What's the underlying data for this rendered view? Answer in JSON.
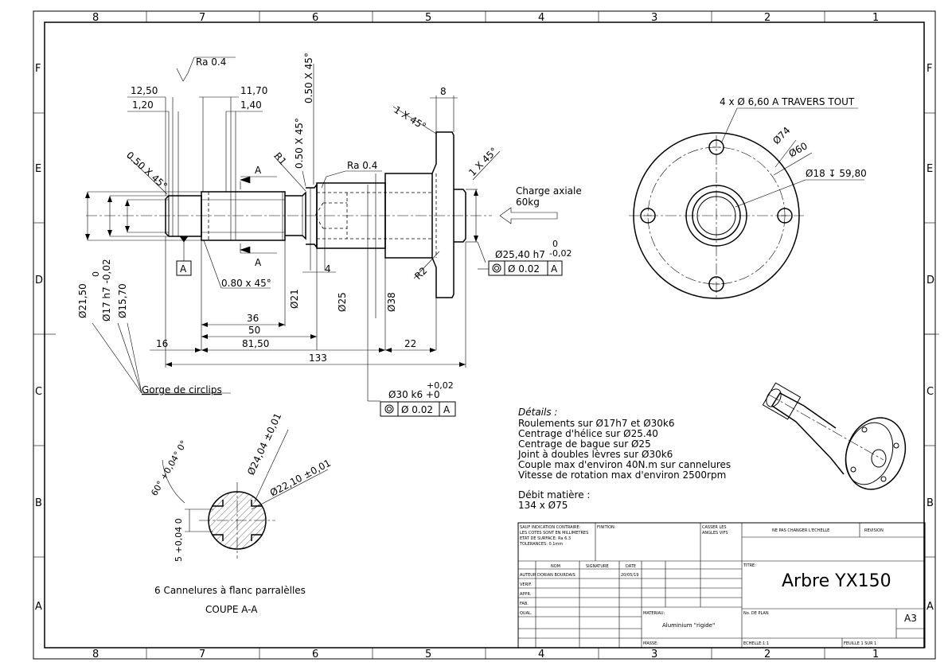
{
  "border": {
    "columns": [
      "8",
      "7",
      "6",
      "5",
      "4",
      "3",
      "2",
      "1"
    ],
    "rows": [
      "F",
      "E",
      "D",
      "C",
      "B",
      "A"
    ]
  },
  "dims": {
    "ra_top": "Ra 0.4",
    "ra_mid": "Ra 0.4",
    "d1250": "12,50",
    "d120": "1,20",
    "d1170": "11,70",
    "d140": "1,40",
    "ch050_top": "0.50 X 45°",
    "ch050_mid": "0.50 X 45°",
    "ch050_left": "0.50 X 45°",
    "r1": "R1",
    "d8": "8",
    "ch1a": "1 X 45°",
    "ch1b": "1 X 45°",
    "section_a_top": "A",
    "section_a_bottom": "A",
    "datum_a": "A",
    "ch080": "0.80 x 45°",
    "r2": "R2",
    "phi21": "Ø21",
    "phi25": "Ø25",
    "phi38": "Ø38",
    "d4": "4",
    "phi2150": "Ø21,50",
    "phi17_zero": "0",
    "phi17": "Ø17 h7 -0,02",
    "phi1570": "Ø15,70",
    "d36": "36",
    "d50": "50",
    "d16": "16",
    "d8150": "81,50",
    "d22": "22",
    "d133": "133",
    "phi2540": "Ø25,40 h7",
    "phi2540_up": "0",
    "phi2540_low": "-0,02",
    "tol1_sym": "◎",
    "tol1_val": "Ø  0.02",
    "tol1_ref": "A",
    "phi30_up": "+0,02",
    "phi30": "Ø30 k6 +0",
    "tol2_sym": "◎",
    "tol2_val": "Ø  0.02",
    "tol2_ref": "A",
    "circlips": "Gorge de circlips",
    "charge1": "Charge axiale",
    "charge2": "60kg",
    "holes": "4 x  Ø 6,60 A TRAVERS TOUT",
    "phi74": "Ø74",
    "phi60": "Ø60",
    "phi18": "Ø18 ↧ 59,80",
    "sec_phi2404": "Ø24,04 ±0,01",
    "sec_phi2210": "Ø22,10 ±0,01",
    "sec_60": "60° +0,04° 0°",
    "sec_5": "5 +0,04 0",
    "sec_caption1": "6 Cannelures à flanc parralèlles",
    "sec_caption2": "COUPE A-A"
  },
  "details": {
    "title": "Détails :",
    "lines": [
      "Roulements sur Ø17h7 et Ø30k6",
      "Centrage d'hélice sur Ø25.40",
      "Centrage de bague sur Ø25",
      "Joint à doubles lèvres sur Ø30k6",
      "Couple max d'environ 40N.m sur cannelures",
      "Vitesse de rotation max d'environ 2500rpm"
    ],
    "debit_title": "Débit matière :",
    "debit_value": "134 x Ø75"
  },
  "title_block": {
    "general1": "SAUF INDICATION CONTRAIRE:",
    "general2": "LES COTES SONT EN MILLIMETRES",
    "general3": "ETAT DE SURFACE: Ra 6.3",
    "general4": "TOLERANCES: 0.1mm",
    "finition": "FINITION:",
    "casser1": "CASSER LES",
    "casser2": "ANGLES VIFS",
    "no_scale": "NE PAS CHANGER L'ECHELLE",
    "revision": "REVISION",
    "col_nom": "NOM",
    "col_sig": "SIGNATURE",
    "col_date": "DATE",
    "row_auteur": "AUTEUR",
    "auteur_name": "DORIAN BOURDAIS",
    "auteur_date": "20/05/19",
    "row_verif": "VERIF.",
    "row_appr": "APPR.",
    "row_fab": "FAB.",
    "row_qual": "QUAL.",
    "titre_label": "TITRE:",
    "titre": "Arbre YX150",
    "materiau_label": "MATERIAU:",
    "materiau": "Aluminium \"rigide\"",
    "plan_label": "No. DE PLAN",
    "format": "A3",
    "masse": "MASSE:",
    "echelle": "ECHELLE:1:1",
    "feuille": "FEUILLE 1 SUR 1"
  }
}
